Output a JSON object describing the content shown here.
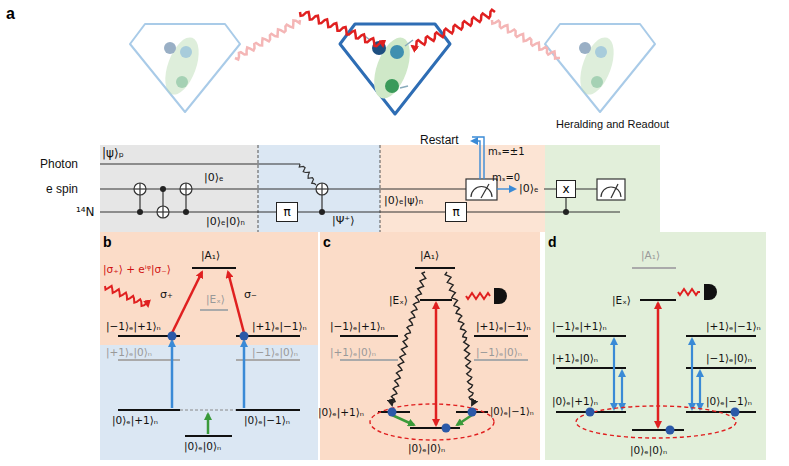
{
  "diagram": {
    "nodes": [
      {
        "text": [
          "π"
        ]
      },
      {
        "text": [
          "π"
        ]
      },
      {
        "text": [
          "x"
        ]
      }
    ],
    "labels": [
      "a",
      "Photon",
      "|ψ⟩ₚ",
      "e spin",
      "¹⁴N",
      "|0⟩ₑ",
      "|0⟩ₑ|0⟩ₙ",
      "|Ψ⁺⟩",
      "|0⟩ₑ|ψ⟩ₙ",
      "Restart",
      "mₛ=±1",
      "mₛ=0",
      "|0⟩ₑ",
      "Heralding and Readout",
      "b",
      "|A₁⟩",
      "|Eₓ⟩",
      "σ₊",
      "σ₋",
      "|σ₊⟩ + eⁱᵠ|σ₋⟩",
      "|−1⟩ₑ|+1⟩ₙ",
      "|+1⟩ₑ|−1⟩ₙ",
      "|+1⟩ₑ|0⟩ₙ",
      "|−1⟩ₑ|0⟩ₙ",
      "|0⟩ₑ|+1⟩ₙ",
      "|0⟩ₑ|−1⟩ₙ",
      "|0⟩ₑ|0⟩ₙ",
      "c",
      "|A₁⟩",
      "|Eₓ⟩",
      "|−1⟩ₑ|+1⟩ₙ",
      "|+1⟩ₑ|−1⟩ₙ",
      "|+1⟩ₑ|0⟩ₙ",
      "|−1⟩ₑ|0⟩ₙ",
      "|0⟩ₑ|+1⟩ₙ",
      "|0⟩ₑ|−1⟩ₙ",
      "|0⟩ₑ|0⟩ₙ",
      "d",
      "|A₁⟩",
      "|Eₓ⟩",
      "|−1⟩ₑ|+1⟩ₙ",
      "|+1⟩ₑ|−1⟩ₙ",
      "|+1⟩ₑ|0⟩ₙ",
      "|−1⟩ₑ|0⟩ₙ",
      "|0⟩ₑ|+1⟩ₙ",
      "|0⟩ₑ|−1⟩ₙ",
      "|0⟩ₑ|0⟩ₙ"
    ]
  }
}
